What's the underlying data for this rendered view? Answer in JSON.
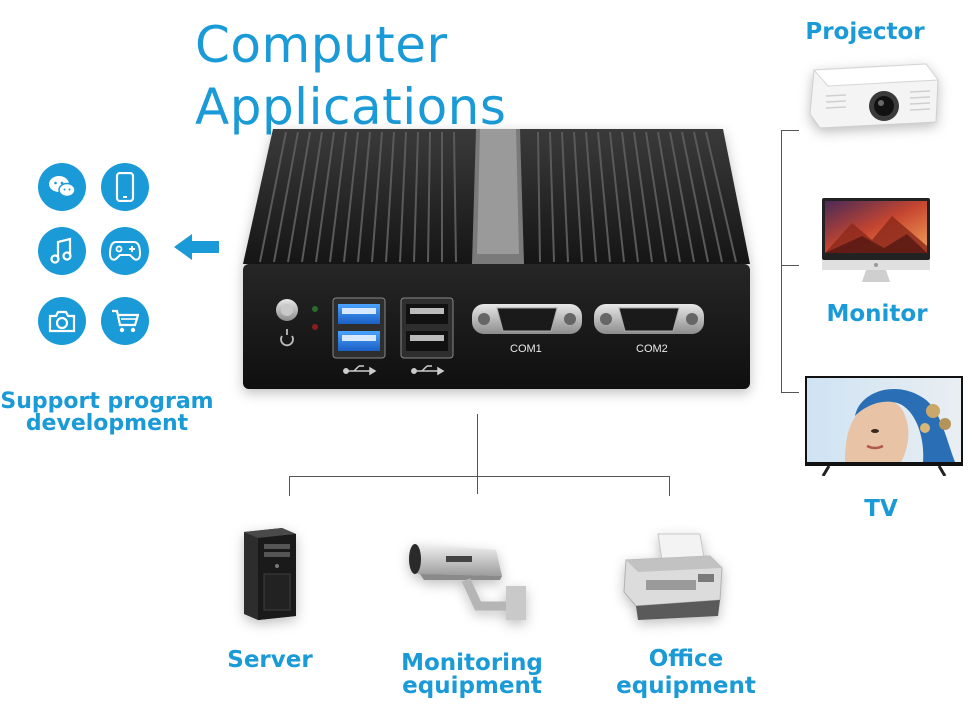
{
  "title": "Computer Applications",
  "left_panel": {
    "label": "Support program development",
    "icons": [
      "wechat-icon",
      "phone-icon",
      "music-icon",
      "gamepad-icon",
      "camera-icon",
      "cart-icon"
    ]
  },
  "device": {
    "ports": {
      "com1": "COM1",
      "com2": "COM2"
    }
  },
  "right_panel": {
    "items": [
      {
        "label": "Projector"
      },
      {
        "label": "Monitor"
      },
      {
        "label": "TV"
      }
    ]
  },
  "bottom_panel": {
    "items": [
      {
        "label": "Server"
      },
      {
        "label_line1": "Monitoring",
        "label_line2": "equipment"
      },
      {
        "label_line1": "Office",
        "label_line2": "equipment"
      }
    ]
  },
  "colors": {
    "accent": "#1a9ad6",
    "device": "#1c1c1c",
    "connector": "#555555"
  }
}
